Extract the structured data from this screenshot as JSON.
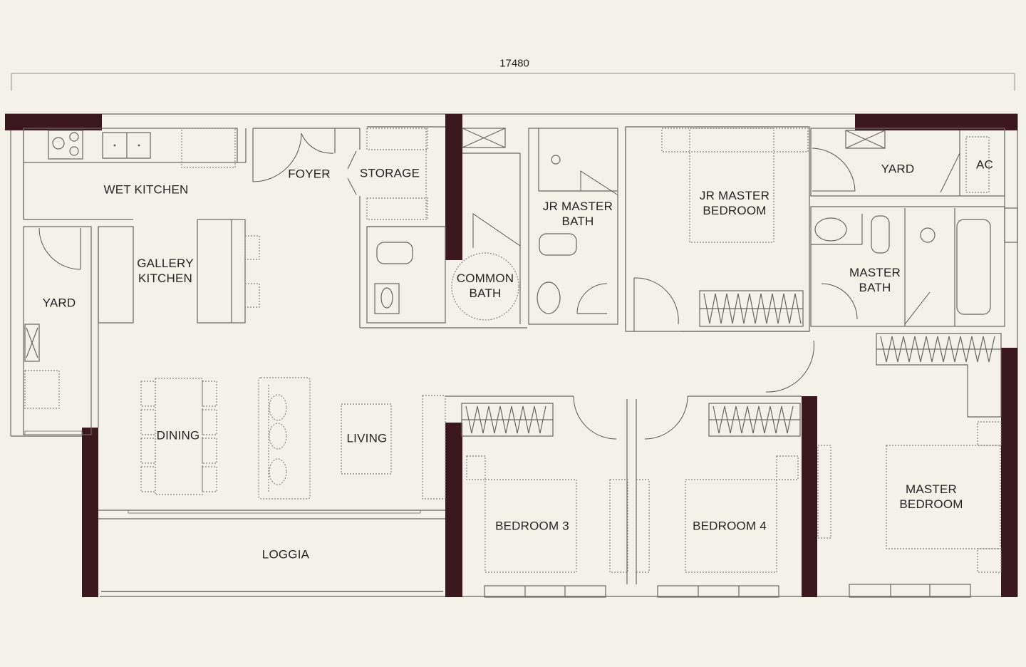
{
  "plan": {
    "overall_dimension": "17480",
    "colors": {
      "background": "#f3f1ea",
      "structural_wall": "#3b1720",
      "line": "#6b6560",
      "text": "#2a2224"
    },
    "rooms": [
      {
        "id": "wet-kitchen",
        "label": "WET KITCHEN"
      },
      {
        "id": "foyer",
        "label": "FOYER"
      },
      {
        "id": "storage",
        "label": "STORAGE"
      },
      {
        "id": "gallery-kitchen",
        "label_line1": "GALLERY",
        "label_line2": "KITCHEN"
      },
      {
        "id": "yard-left",
        "label": "YARD"
      },
      {
        "id": "common-bath",
        "label_line1": "COMMON",
        "label_line2": "BATH"
      },
      {
        "id": "jr-master-bath",
        "label_line1": "JR MASTER",
        "label_line2": "BATH"
      },
      {
        "id": "jr-master-bedroom",
        "label_line1": "JR MASTER",
        "label_line2": "BEDROOM"
      },
      {
        "id": "yard-right",
        "label": "YARD"
      },
      {
        "id": "ac",
        "label": "AC"
      },
      {
        "id": "master-bath",
        "label_line1": "MASTER",
        "label_line2": "BATH"
      },
      {
        "id": "dining",
        "label": "DINING"
      },
      {
        "id": "living",
        "label": "LIVING"
      },
      {
        "id": "loggia",
        "label": "LOGGIA"
      },
      {
        "id": "bedroom-3",
        "label": "BEDROOM 3"
      },
      {
        "id": "bedroom-4",
        "label": "BEDROOM 4"
      },
      {
        "id": "master-bedroom",
        "label_line1": "MASTER",
        "label_line2": "BEDROOM"
      }
    ]
  }
}
